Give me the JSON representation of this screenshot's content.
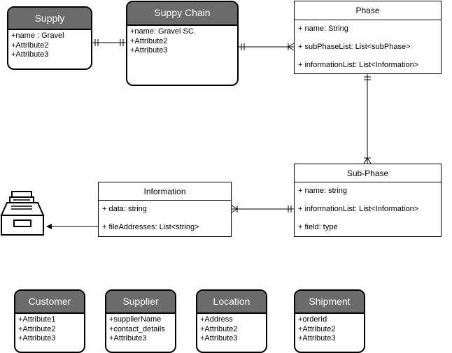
{
  "entities": {
    "supply": {
      "title": "Supply",
      "attrs": [
        "+name : Gravel",
        "+Attribute2",
        "+Attribute3"
      ]
    },
    "supply_chain": {
      "title": "Suppy Chain",
      "attrs": [
        "+name: Gravel SC.",
        "+Attribute2",
        "+Attribute3"
      ]
    },
    "customer": {
      "title": "Customer",
      "attrs": [
        "+Attribute1",
        "+Attribute2",
        "+Attribute3"
      ]
    },
    "supplier": {
      "title": "Supplier",
      "attrs": [
        "+supplierName",
        "+contact_details",
        "+Attribute3"
      ]
    },
    "location": {
      "title": "Location",
      "attrs": [
        "+Address",
        "+Attribute2",
        "+Attribute3"
      ]
    },
    "shipment": {
      "title": "Shipment",
      "attrs": [
        "+orderId",
        "+Attribute2",
        "+Attribute3"
      ]
    }
  },
  "classes": {
    "phase": {
      "title": "Phase",
      "fields": [
        "+ name: String",
        "+ subPhaseList: List<subPhase>",
        "+ informationList: List<Information>"
      ]
    },
    "sub_phase": {
      "title": "Sub-Phase",
      "fields": [
        "+ name: string",
        "+ informationList: List<Information>",
        "+ field: type"
      ]
    },
    "information": {
      "title": "Information",
      "fields": [
        "+ data: string",
        "+ fileAddresses: List<string>"
      ]
    }
  },
  "icons": {
    "storage": "filing-tray-icon"
  },
  "colors": {
    "header_fill": "#6b6b6b",
    "header_text": "#ffffff",
    "stroke": "#000000"
  }
}
